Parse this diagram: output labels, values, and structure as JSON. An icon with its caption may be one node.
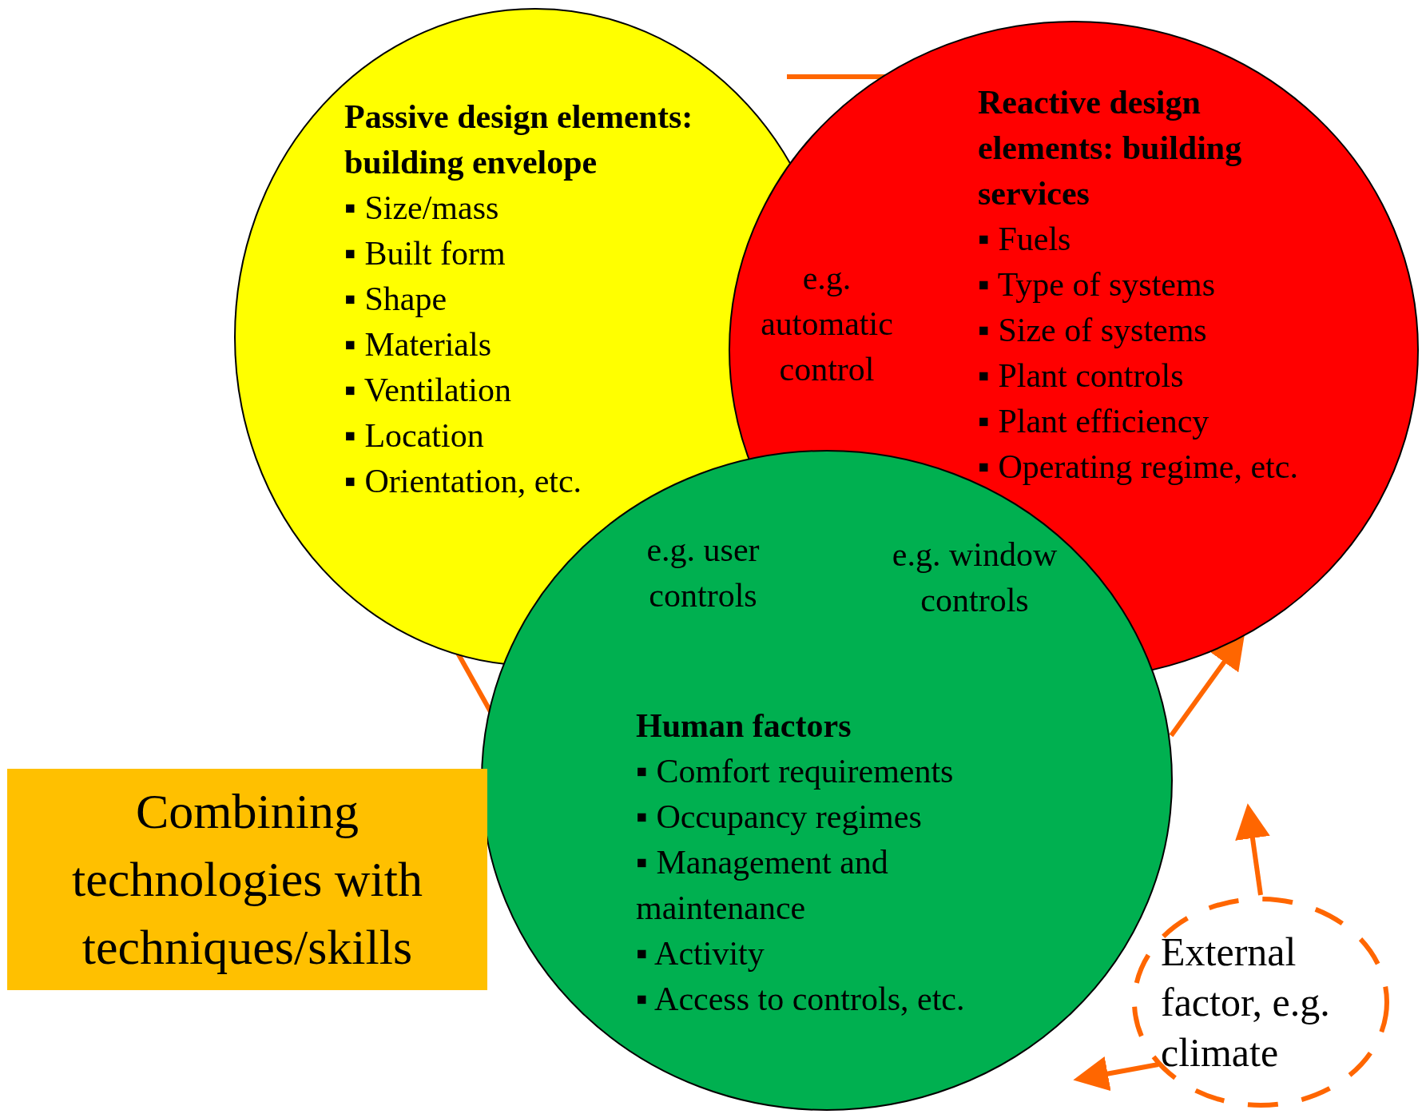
{
  "diagram": {
    "nodes": [
      {
        "text": [
          "Passive design elements: building envelope",
          "▪ Size/mass",
          "▪ Built form",
          "▪ Shape",
          "▪ Materials",
          "▪ Ventilation",
          "▪ Location",
          "▪ Orientation, etc."
        ]
      },
      {
        "text": [
          "Reactive design elements: building services",
          "▪ Fuels",
          "▪ Type of systems",
          "▪ Size of systems",
          "▪ Plant controls",
          "▪ Plant efficiency",
          "▪ Operating regime, etc."
        ]
      },
      {
        "text": [
          "Human factors",
          "▪ Comfort requirements",
          "▪ Occupancy regimes",
          "▪ Management and maintenance",
          "▪ Activity",
          "▪ Access to controls, etc."
        ]
      },
      {
        "text": [
          "Combining technologies with techniques/skills"
        ]
      },
      {
        "text": [
          "External factor, e.g. climate"
        ]
      }
    ],
    "edges": [
      {
        "from": 0,
        "to": 1,
        "arrow": "none"
      },
      {
        "from": 0,
        "to": 2,
        "arrow": "none"
      },
      {
        "from": 2,
        "to": 1,
        "arrow": "to"
      },
      {
        "from": 4,
        "to": null,
        "arrow": "to"
      },
      {
        "from": 4,
        "to": null,
        "arrow": "to"
      }
    ],
    "labels": [
      "e.g. automatic control",
      "e.g. user controls",
      "e.g. window controls"
    ]
  }
}
